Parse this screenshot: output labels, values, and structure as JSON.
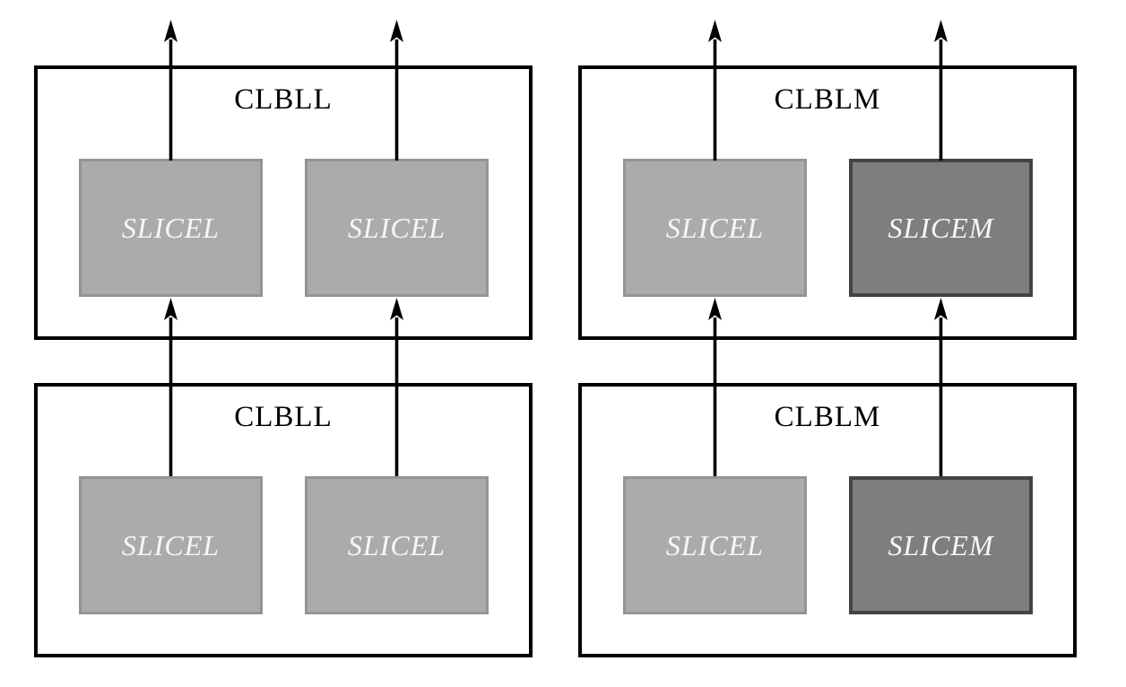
{
  "diagram": {
    "description": "FPGA configurable logic block columns: CLBLL blocks contain two SLICELs, CLBLM blocks contain one SLICEL and one SLICEM; carry/routing arrows run vertically upward through each slice pair",
    "blocks": [
      {
        "position": "top-left",
        "label": "CLBLL",
        "slices": [
          {
            "label": "SLICEL",
            "type": "SLICEL"
          },
          {
            "label": "SLICEL",
            "type": "SLICEL"
          }
        ]
      },
      {
        "position": "top-right",
        "label": "CLBLM",
        "slices": [
          {
            "label": "SLICEL",
            "type": "SLICEL"
          },
          {
            "label": "SLICEM",
            "type": "SLICEM"
          }
        ]
      },
      {
        "position": "bottom-left",
        "label": "CLBLL",
        "slices": [
          {
            "label": "SLICEL",
            "type": "SLICEL"
          },
          {
            "label": "SLICEL",
            "type": "SLICEL"
          }
        ]
      },
      {
        "position": "bottom-right",
        "label": "CLBLM",
        "slices": [
          {
            "label": "SLICEL",
            "type": "SLICEL"
          },
          {
            "label": "SLICEM",
            "type": "SLICEM"
          }
        ]
      }
    ],
    "arrows": {
      "direction": "up",
      "count": 8,
      "per_column_wires": 4
    },
    "colors": {
      "background": "#ffffff",
      "clb_border": "#000000",
      "clb_label_text": "#000000",
      "slicel_fill": "#ababab",
      "slicel_border": "#949494",
      "slicem_fill": "#7e7e7e",
      "slicem_border": "#434343",
      "slice_label_text": "#f7f7f7",
      "wire": "#000000"
    }
  }
}
